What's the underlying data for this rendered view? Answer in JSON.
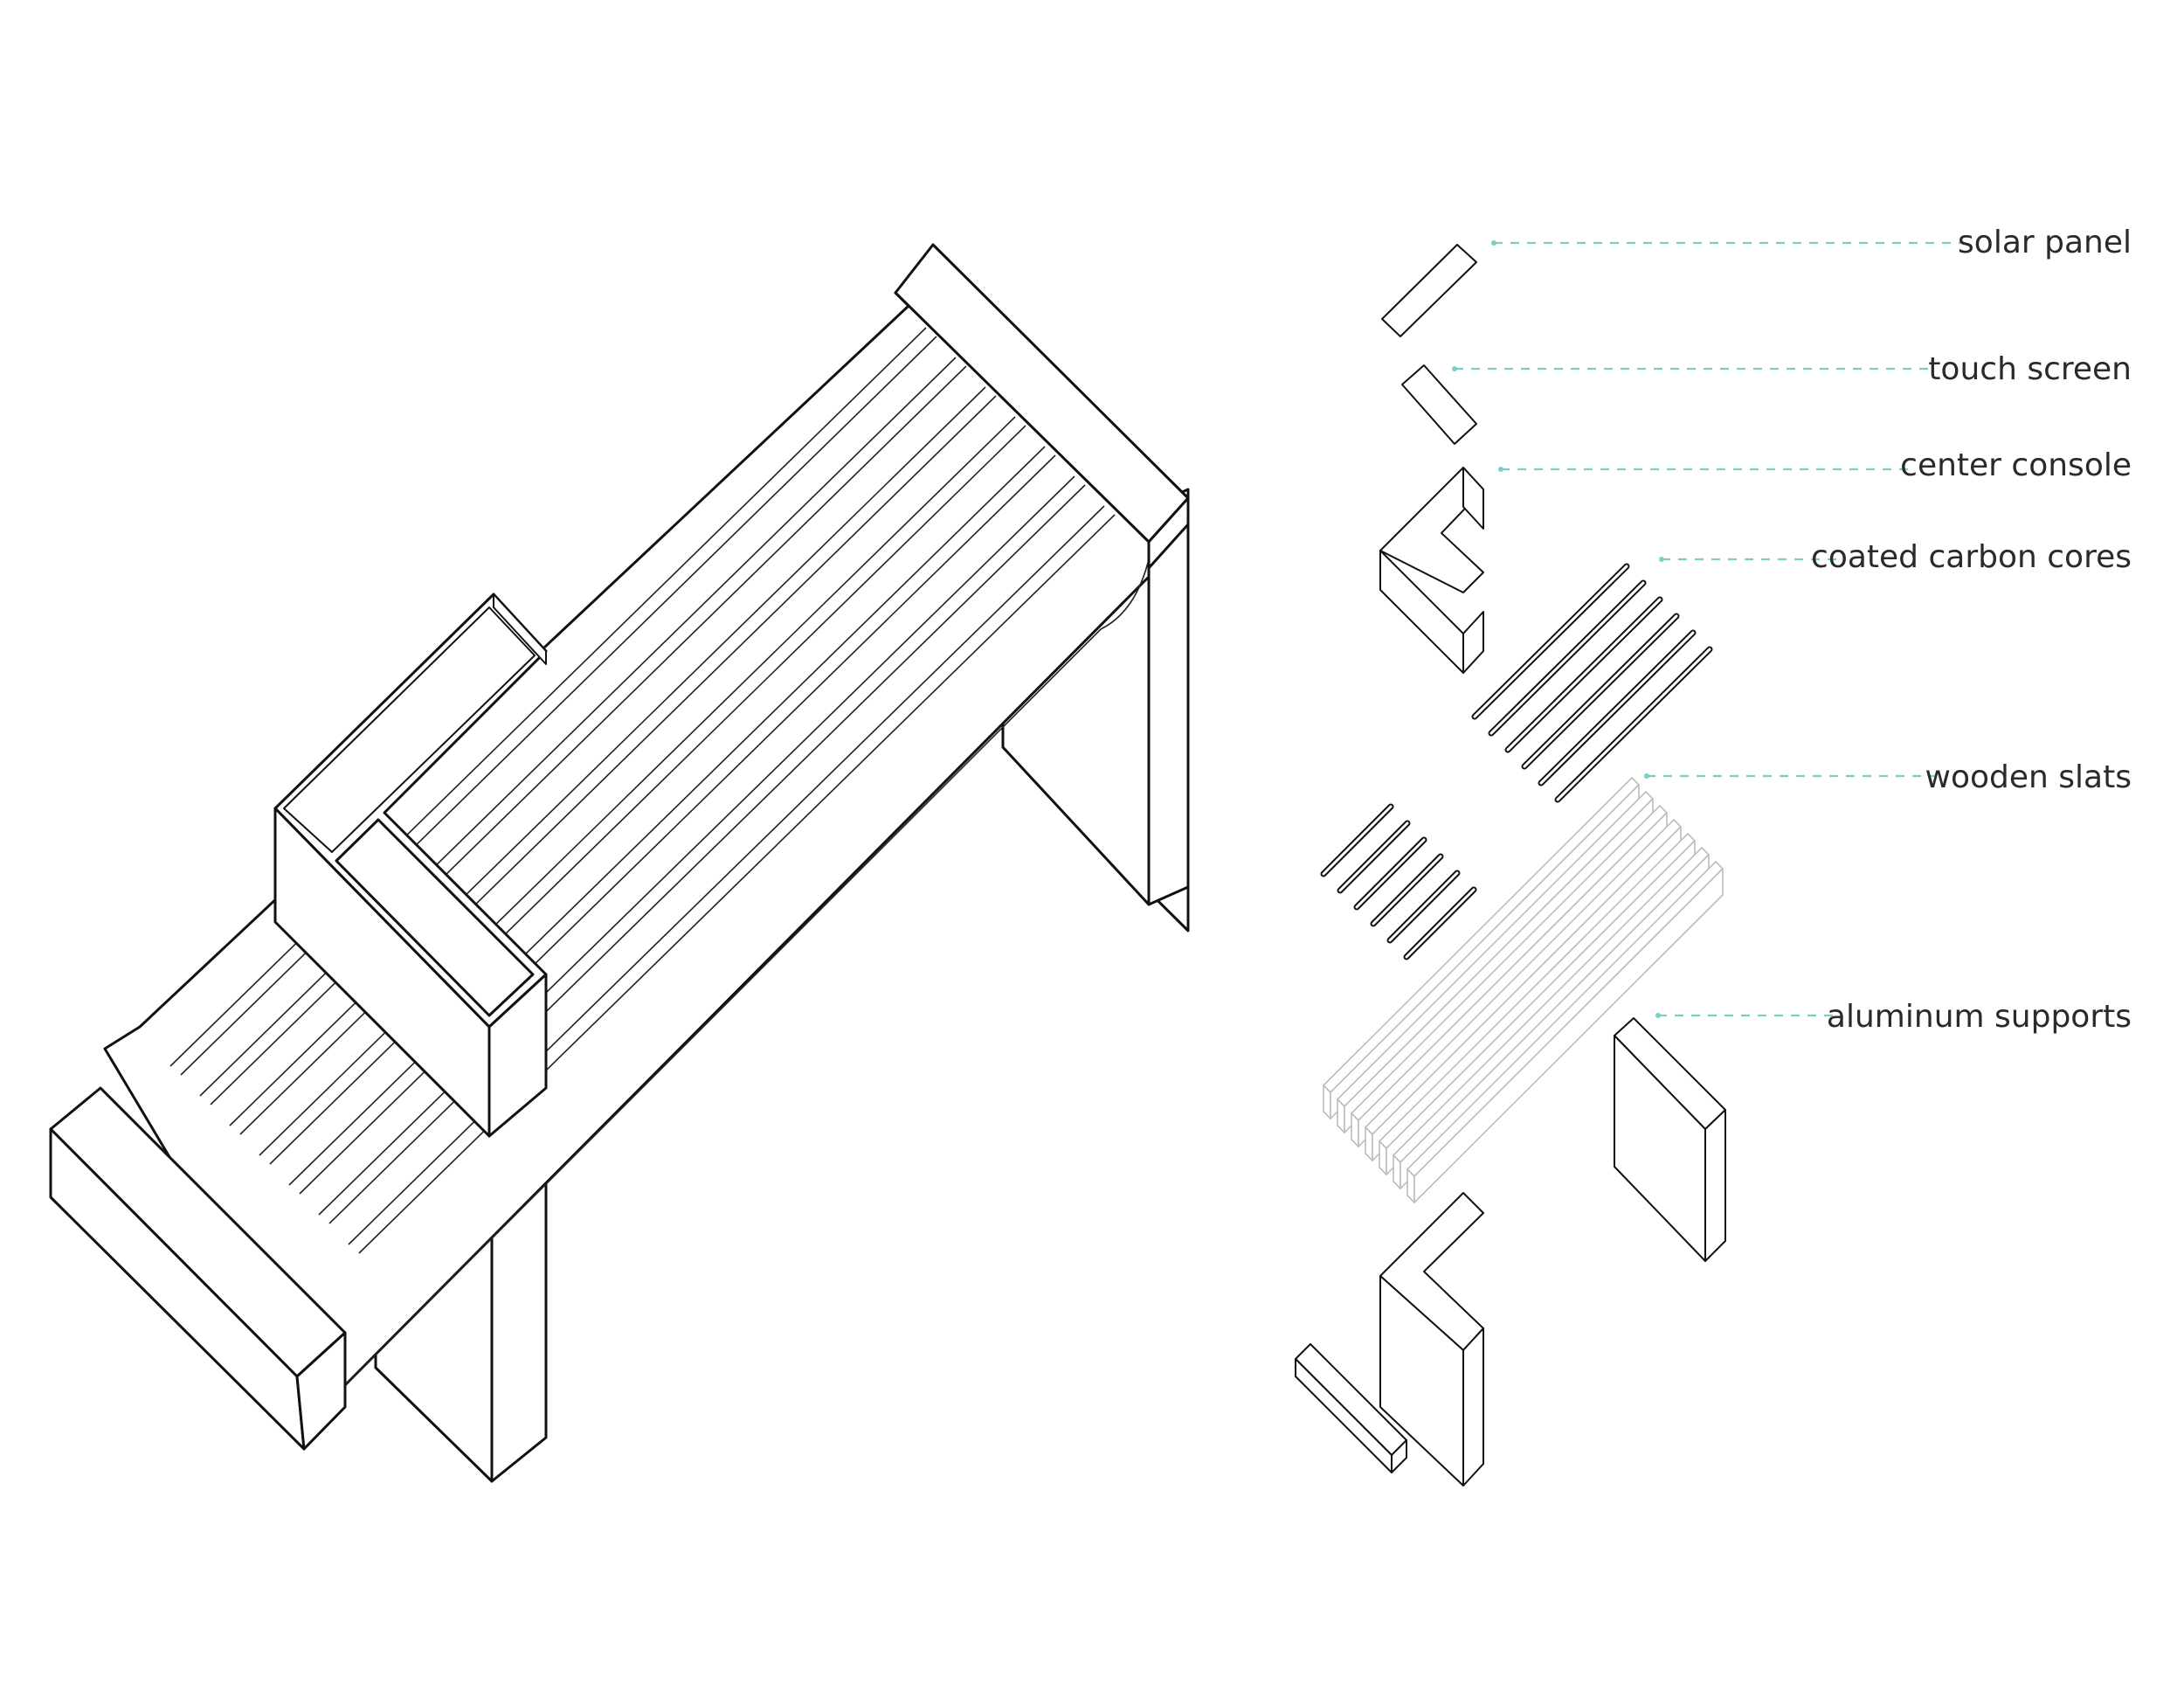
{
  "labels": [
    {
      "id": "solar-panel",
      "text": "solar panel"
    },
    {
      "id": "touch-screen",
      "text": "touch screen"
    },
    {
      "id": "center-console",
      "text": "center console"
    },
    {
      "id": "coated-carbon-cores",
      "text": "coated carbon cores"
    },
    {
      "id": "wooden-slats",
      "text": "wooden slats"
    },
    {
      "id": "aluminum-supports",
      "text": "aluminum supports"
    }
  ],
  "colors": {
    "accent_teal": "#bfe8e2",
    "leader_teal": "#79cfc6",
    "line_black": "#111111",
    "slat_gray": "#bdbdbd"
  },
  "icons": {
    "solar_panel_pattern": "crosshatch-grid",
    "leader_endpoint": "dot"
  }
}
